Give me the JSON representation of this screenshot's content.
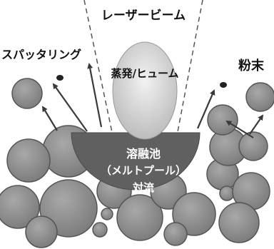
{
  "labels": {
    "laser_beam": "レーザービーム",
    "spattering": "スパッタリング",
    "vapor_fume": "蒸発/ヒューム",
    "powder": "粉末",
    "melt_pool_line1": "溶融池",
    "melt_pool_line2": "（メルトプール）",
    "convection": "対流"
  },
  "colors": {
    "background": "#ffffff",
    "particle_fill": "#8c8c8c",
    "particle_stroke": "#555555",
    "melt_pool": "#606060",
    "plume": "#d6d6d6",
    "arrow": "#3a3a3a",
    "beam_line": "#555555",
    "text_dark": "#111111",
    "text_light": "#ffffff"
  },
  "icons": [
    "spatter-arrow-icon",
    "powder-arrow-icon",
    "spatter-droplet-icon"
  ]
}
